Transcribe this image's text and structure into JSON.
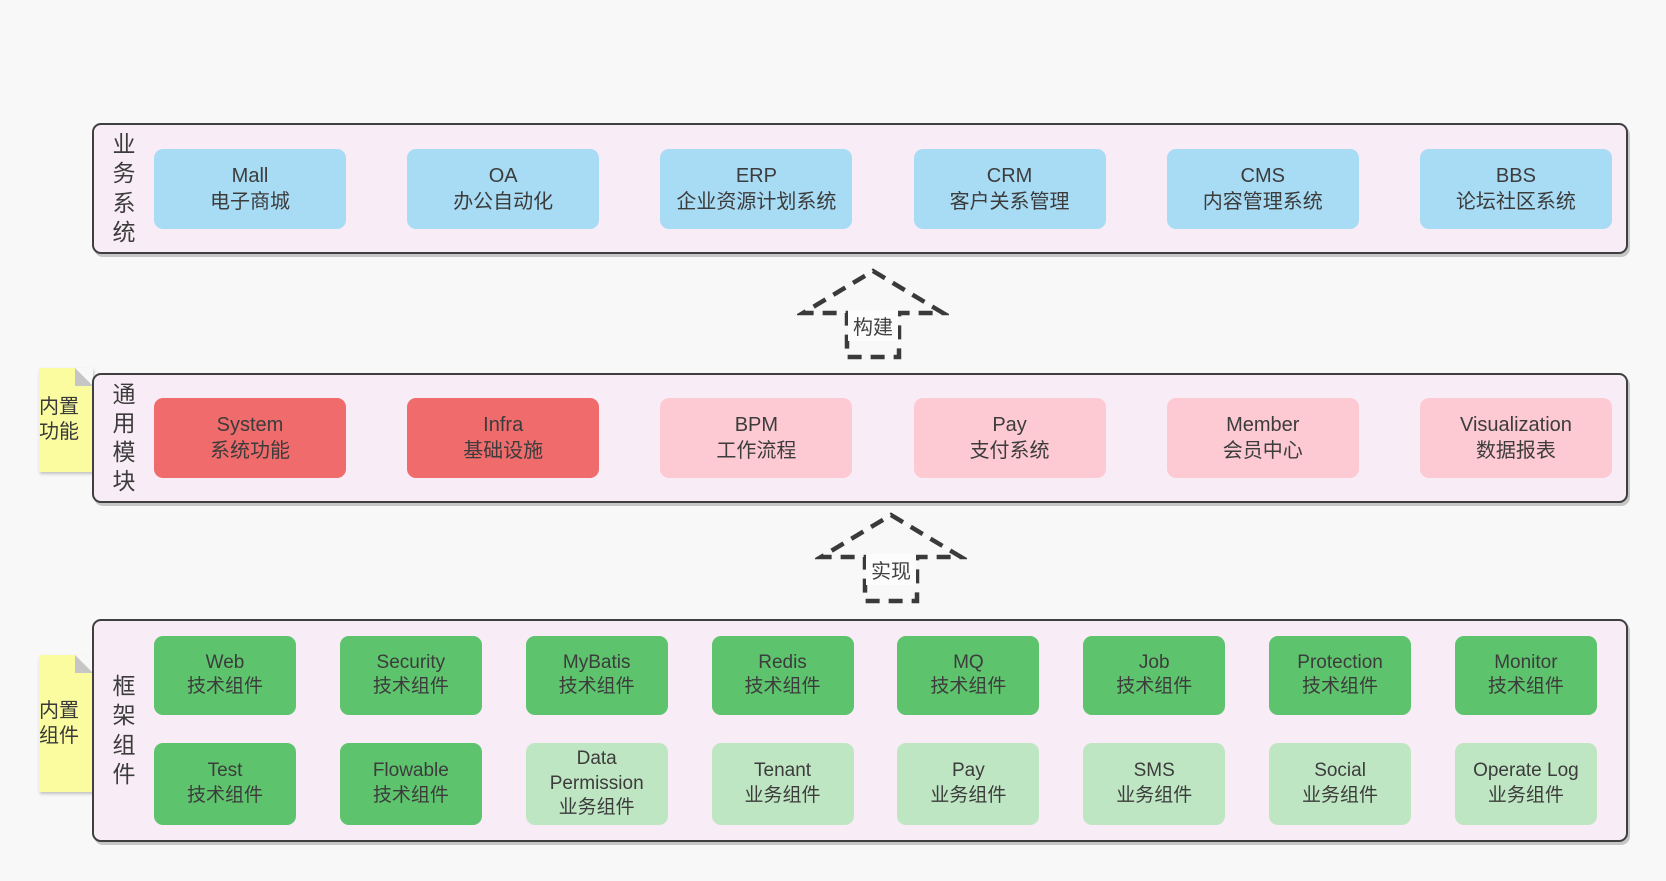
{
  "colors": {
    "page": "#f8f8f8",
    "panel": "#f8edf6",
    "border": "#3f3f3f",
    "blue": "#a8dbf4",
    "red": "#f06b6b",
    "pink": "#fdcad3",
    "green": "#5ec36d",
    "lightgreen": "#bfe6c3",
    "sticky": "#fafc9f"
  },
  "arrows": [
    {
      "label": "构建"
    },
    {
      "label": "实现"
    }
  ],
  "layers": [
    {
      "id": "business",
      "label": "业务系统",
      "note": null,
      "rows": [
        [
          {
            "title": "Mall",
            "subtitle": "电子商城",
            "variant": "blue"
          },
          {
            "title": "OA",
            "subtitle": "办公自动化",
            "variant": "blue"
          },
          {
            "title": "ERP",
            "subtitle": "企业资源计划系统",
            "variant": "blue"
          },
          {
            "title": "CRM",
            "subtitle": "客户关系管理",
            "variant": "blue"
          },
          {
            "title": "CMS",
            "subtitle": "内容管理系统",
            "variant": "blue"
          },
          {
            "title": "BBS",
            "subtitle": "论坛社区系统",
            "variant": "blue"
          }
        ]
      ]
    },
    {
      "id": "modules",
      "label": "通用模块",
      "note": "内置功能",
      "rows": [
        [
          {
            "title": "System",
            "subtitle": "系统功能",
            "variant": "red"
          },
          {
            "title": "Infra",
            "subtitle": "基础设施",
            "variant": "red"
          },
          {
            "title": "BPM",
            "subtitle": "工作流程",
            "variant": "pink"
          },
          {
            "title": "Pay",
            "subtitle": "支付系统",
            "variant": "pink"
          },
          {
            "title": "Member",
            "subtitle": "会员中心",
            "variant": "pink"
          },
          {
            "title": "Visualization",
            "subtitle": "数据报表",
            "variant": "pink"
          }
        ]
      ]
    },
    {
      "id": "components",
      "label": "框架组件",
      "note": "内置组件",
      "rows": [
        [
          {
            "title": "Web",
            "subtitle": "技术组件",
            "variant": "green"
          },
          {
            "title": "Security",
            "subtitle": "技术组件",
            "variant": "green"
          },
          {
            "title": "MyBatis",
            "subtitle": "技术组件",
            "variant": "green"
          },
          {
            "title": "Redis",
            "subtitle": "技术组件",
            "variant": "green"
          },
          {
            "title": "MQ",
            "subtitle": "技术组件",
            "variant": "green"
          },
          {
            "title": "Job",
            "subtitle": "技术组件",
            "variant": "green"
          },
          {
            "title": "Protection",
            "subtitle": "技术组件",
            "variant": "green"
          },
          {
            "title": "Monitor",
            "subtitle": "技术组件",
            "variant": "green"
          }
        ],
        [
          {
            "title": "Test",
            "subtitle": "技术组件",
            "variant": "green"
          },
          {
            "title": "Flowable",
            "subtitle": "技术组件",
            "variant": "green"
          },
          {
            "title": "Data Permission",
            "subtitle": "业务组件",
            "variant": "lightgreen"
          },
          {
            "title": "Tenant",
            "subtitle": "业务组件",
            "variant": "lightgreen"
          },
          {
            "title": "Pay",
            "subtitle": "业务组件",
            "variant": "lightgreen"
          },
          {
            "title": "SMS",
            "subtitle": "业务组件",
            "variant": "lightgreen"
          },
          {
            "title": "Social",
            "subtitle": "业务组件",
            "variant": "lightgreen"
          },
          {
            "title": "Operate Log",
            "subtitle": "业务组件",
            "variant": "lightgreen"
          }
        ]
      ]
    }
  ]
}
